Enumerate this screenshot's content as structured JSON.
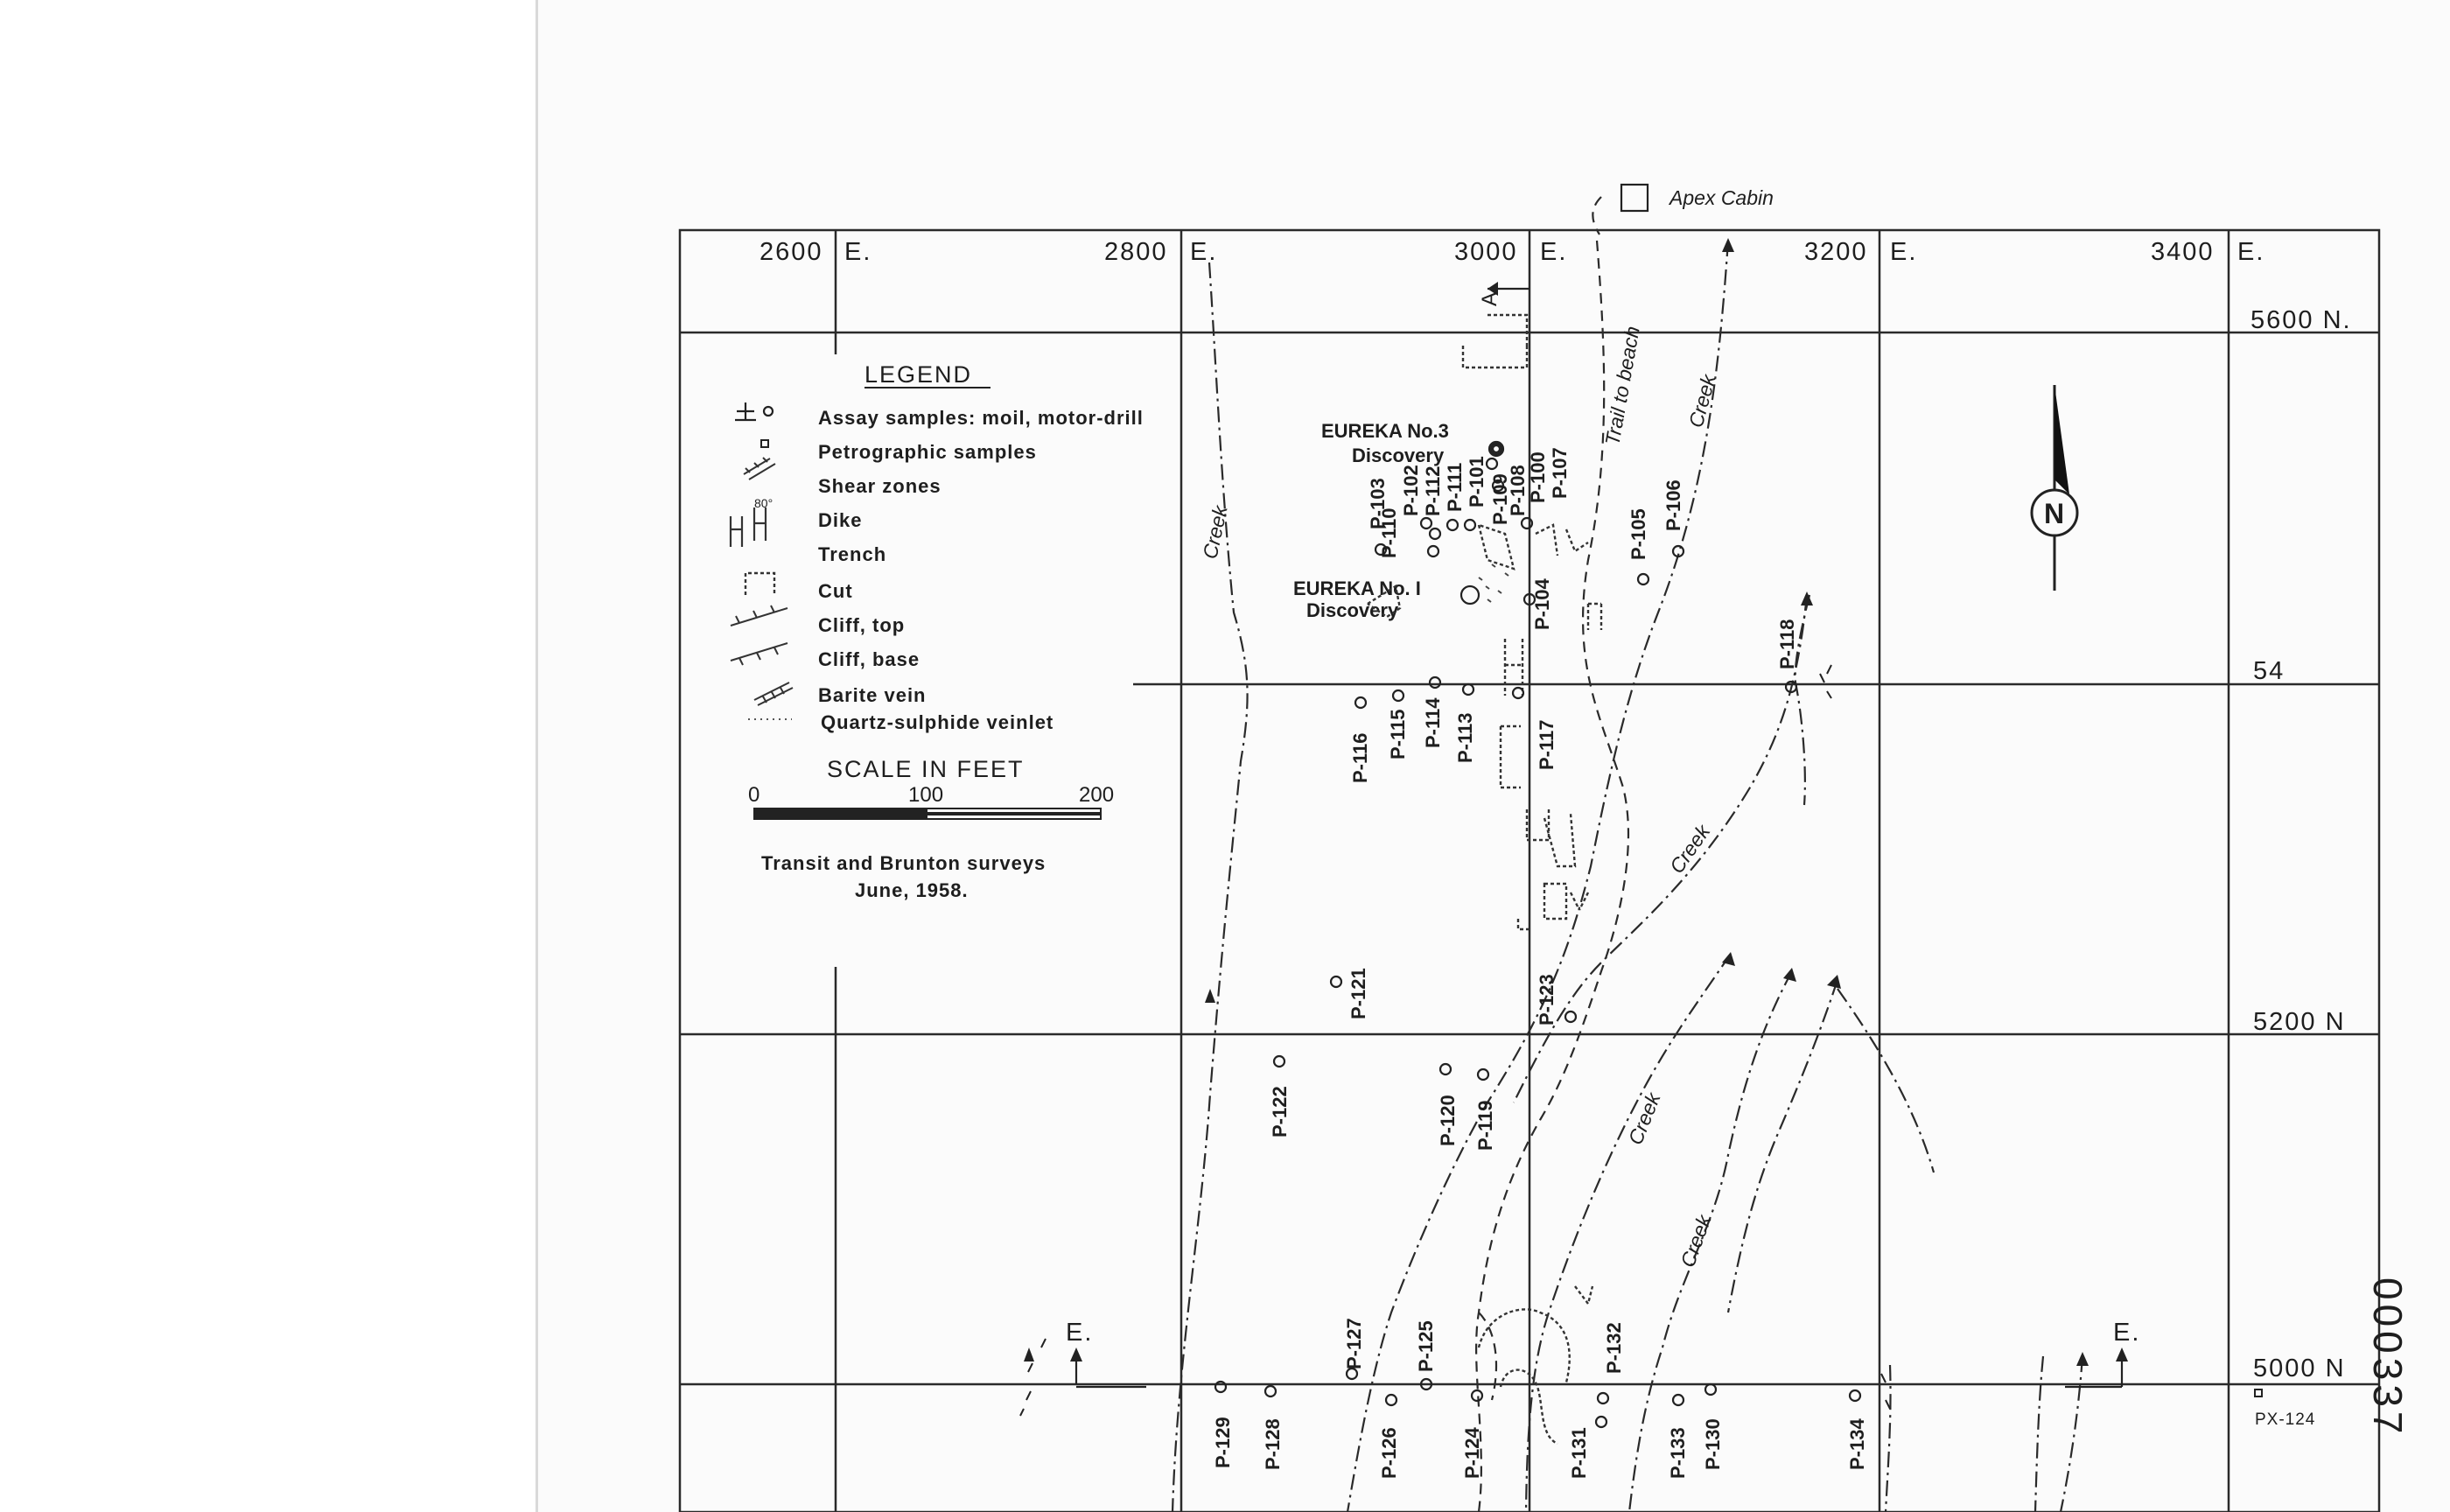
{
  "apex_cabin": "Apex Cabin",
  "easting_labels": [
    "2600",
    "E.",
    "2800",
    "E.",
    "3000",
    "E.",
    "3200",
    "E.",
    "3400",
    "E."
  ],
  "northing_labels": [
    "5600 N.",
    "54",
    "5200 N",
    "5000 N"
  ],
  "legend": {
    "title": "LEGEND",
    "items": [
      "Assay samples: moil, motor-drill",
      "Petrographic samples",
      "Shear zones",
      "Dike",
      "Trench",
      "Cut",
      "Cliff, top",
      "Cliff, base",
      "Barite vein",
      "Quartz-sulphide  veinlet"
    ],
    "dip_label": "80°",
    "scale_title": "SCALE IN FEET",
    "scale_ticks": [
      "0",
      "100",
      "200"
    ],
    "survey_note": "Transit and Brunton surveys",
    "survey_date": "June, 1958."
  },
  "discoveries": {
    "eureka3": "EUREKA No.3",
    "eureka3_sub": "Discovery",
    "eureka1": "EUREKA No. I",
    "eureka1_sub": "Discovery"
  },
  "features": {
    "creek": "Creek",
    "trail": "Trail  to  beach",
    "north": "N",
    "section_a": "A",
    "section_e": "E."
  },
  "samples": [
    "P-100",
    "P-101",
    "P-102",
    "P-103",
    "P-104",
    "P-105",
    "P-106",
    "P-107",
    "P-108",
    "P-109",
    "P-110",
    "P-111",
    "P-112",
    "P-113",
    "P-114",
    "P-115",
    "P-116",
    "P-117",
    "P-118",
    "P-119",
    "P-120",
    "P-121",
    "P-122",
    "P-123",
    "P-124",
    "P-125",
    "P-126",
    "P-127",
    "P-128",
    "P-129",
    "P-130",
    "P-131",
    "P-132",
    "P-133",
    "P-134"
  ],
  "px_label": "PX-124",
  "stamp_number": "000337"
}
